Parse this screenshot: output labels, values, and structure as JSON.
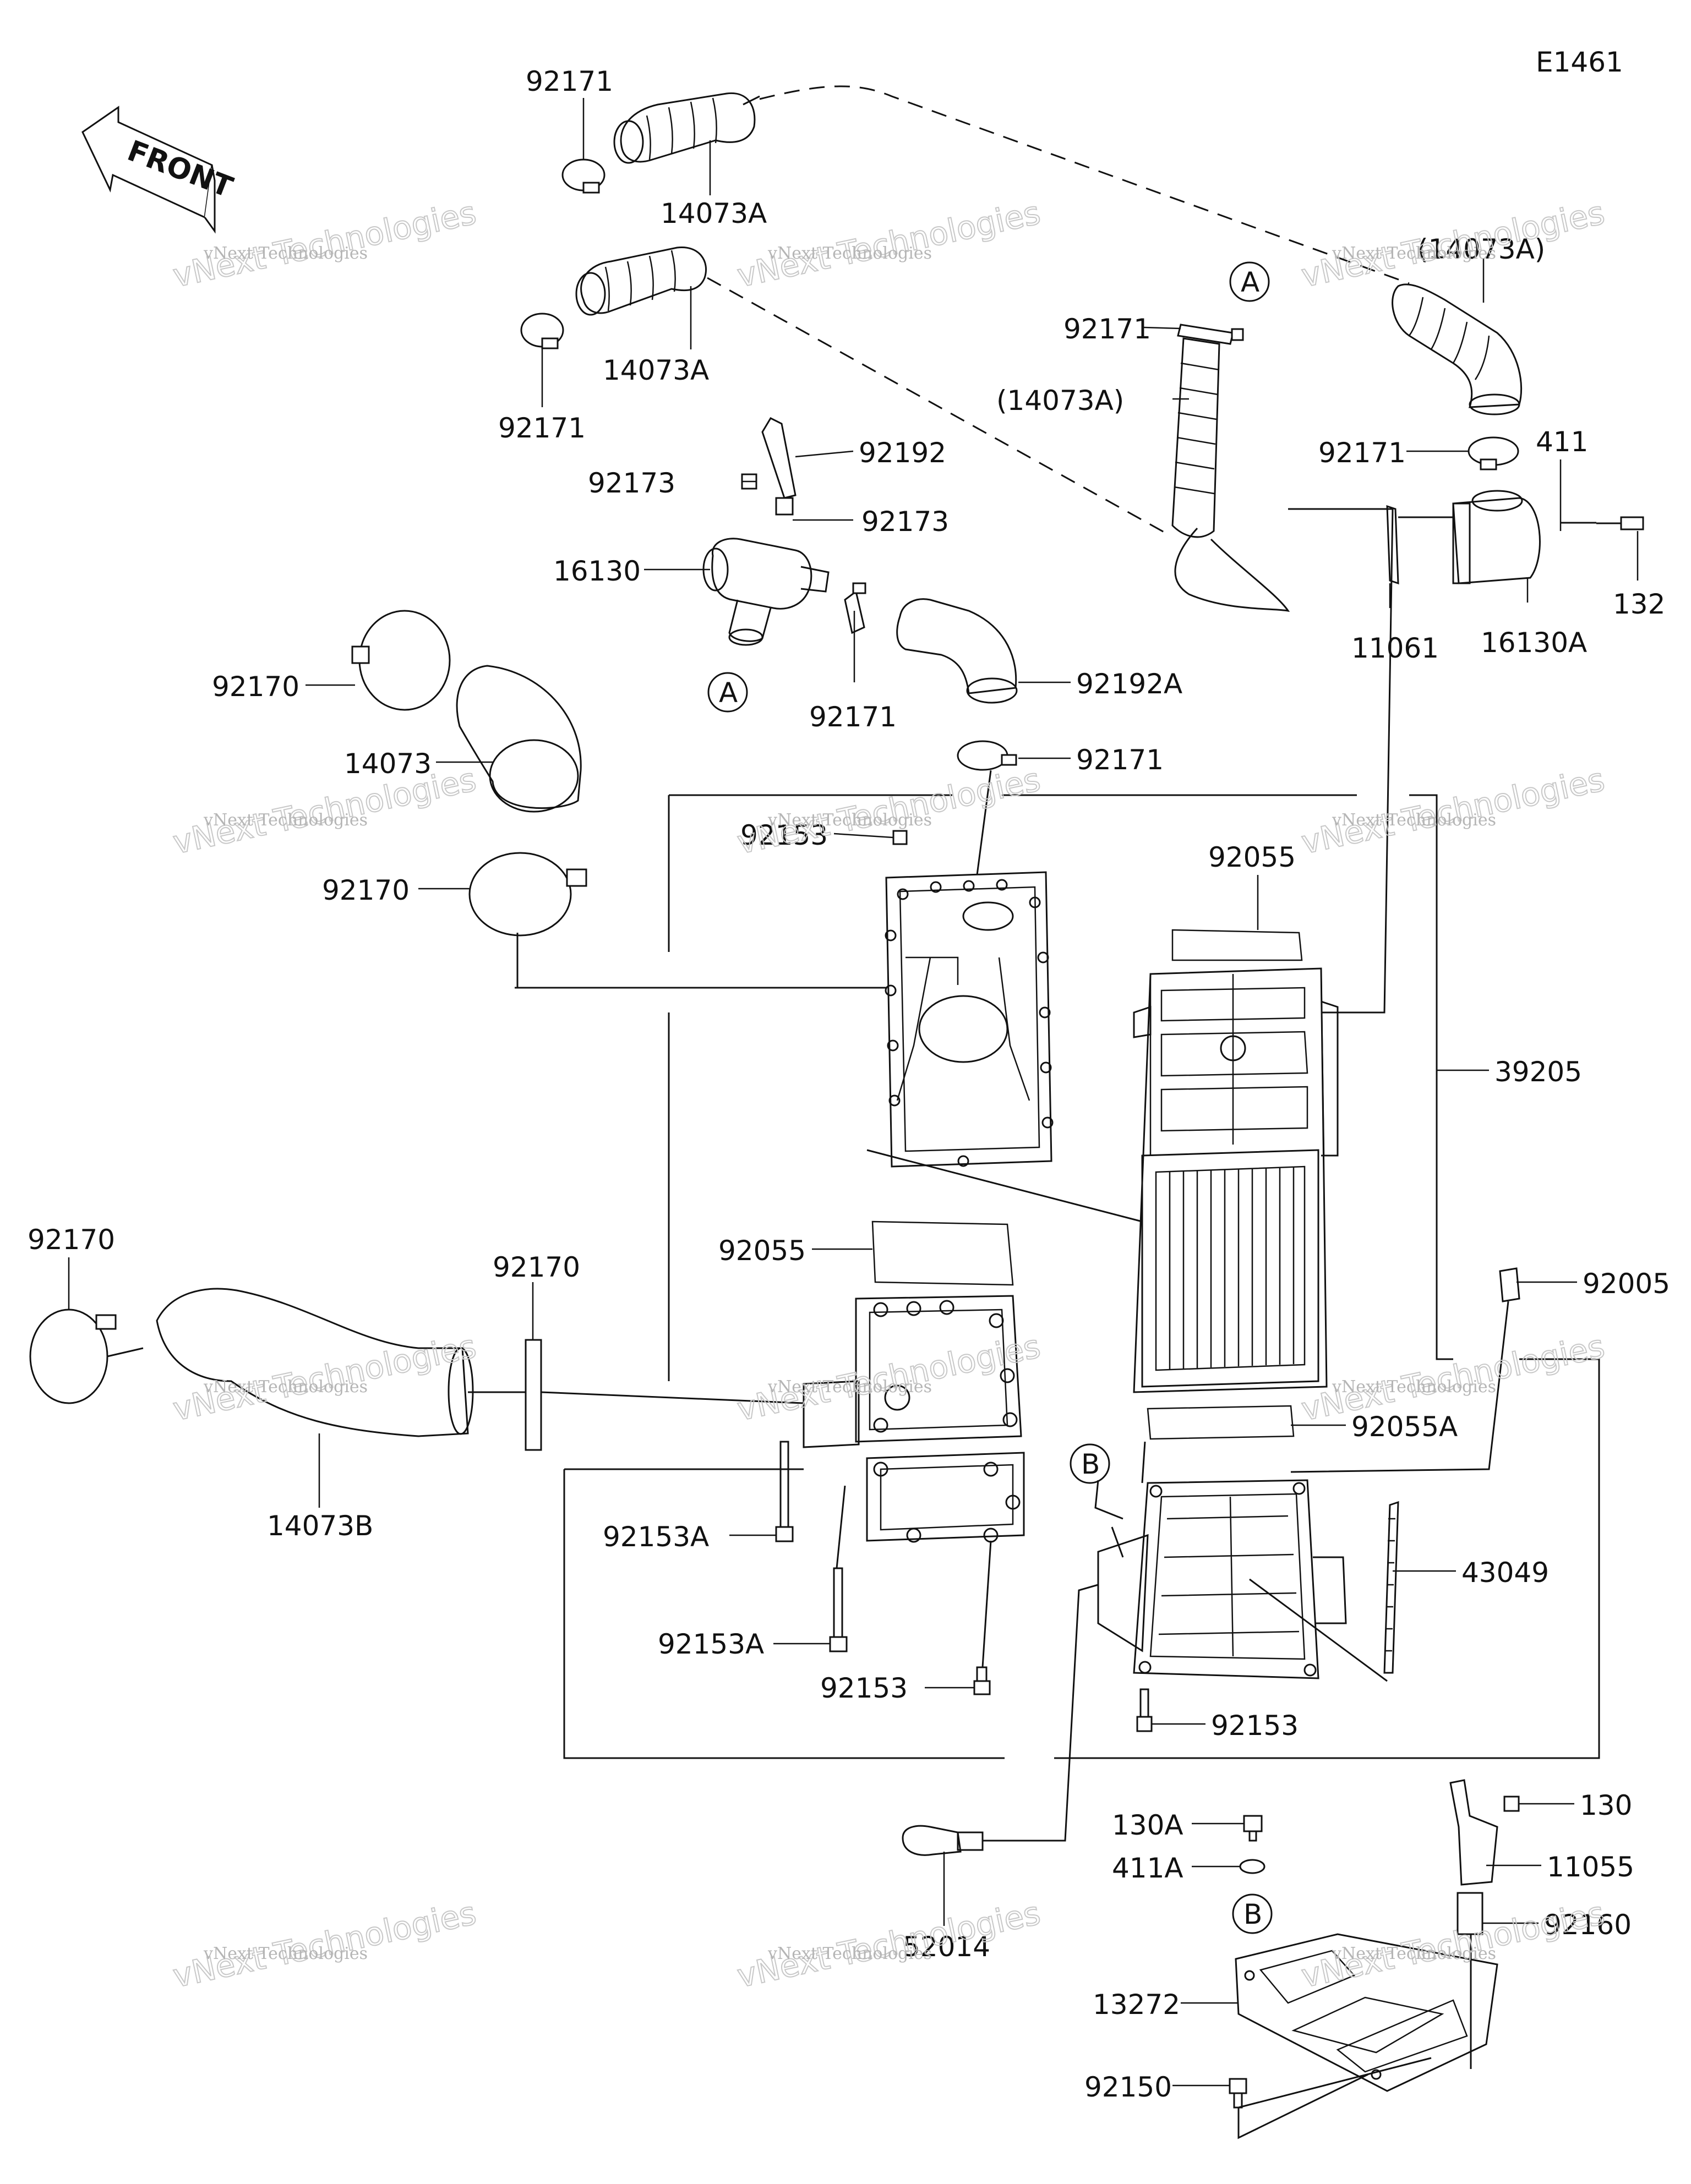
{
  "diagram_code": "E1461",
  "front_label": "FRONT",
  "watermark_line1": "vNext Technologies",
  "watermark_line2": "vNext Technologies",
  "callouts": {
    "A": "A",
    "B": "B"
  },
  "parts": {
    "p92171_a": "92171",
    "p14073A_a": "14073A",
    "p14073A_b": "14073A",
    "p92171_b": "92171",
    "p92173_a": "92173",
    "p92192": "92192",
    "p92173_b": "92173",
    "p16130": "16130",
    "p92171_c": "92171",
    "p14073A_paren_mid": "(14073A)",
    "p14073A_paren_right": "(14073A)",
    "p92171_d": "92171",
    "p411": "411",
    "p11061": "11061",
    "p16130A": "16130A",
    "p132": "132",
    "p92192A": "92192A",
    "p92171_e": "92171",
    "p92171_f": "92171",
    "p92170_a": "92170",
    "p14073": "14073",
    "p92170_b": "92170",
    "p92153_a": "92153",
    "p92055_a": "92055",
    "p39205": "39205",
    "p92170_c": "92170",
    "p92170_d": "92170",
    "p92055_b": "92055",
    "p92005": "92005",
    "p14073B": "14073B",
    "p92055A": "92055A",
    "p92153A_a": "92153A",
    "p43049": "43049",
    "p92153A_b": "92153A",
    "p92153_b": "92153",
    "p92153_c": "92153",
    "p130A": "130A",
    "p130": "130",
    "p411A": "411A",
    "p11055": "11055",
    "p52014": "52014",
    "p92160": "92160",
    "p13272": "13272",
    "p92150": "92150"
  },
  "colors": {
    "line": "#111111",
    "watermark": "#b5b5b5"
  }
}
